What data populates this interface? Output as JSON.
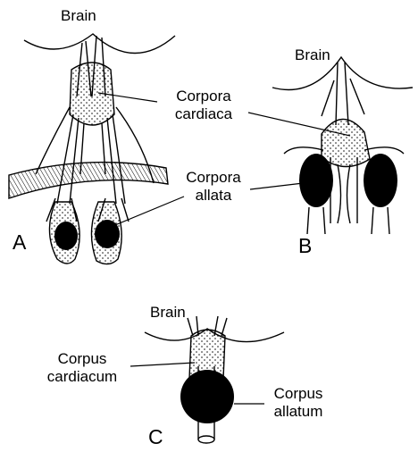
{
  "figure": {
    "panels": [
      {
        "letter": "A",
        "labels": {
          "top": "Brain"
        }
      },
      {
        "letter": "B",
        "labels": {
          "top": "Brain"
        }
      },
      {
        "letter": "C",
        "labels": {
          "top": "Brain",
          "cc": "Corpus cardiacum",
          "ca": "Corpus allatum"
        }
      }
    ],
    "shared_labels": {
      "cc": "Corpora cardiaca",
      "ca": "Corpora allata"
    },
    "colors": {
      "ink": "#000000",
      "paper": "#ffffff"
    }
  }
}
